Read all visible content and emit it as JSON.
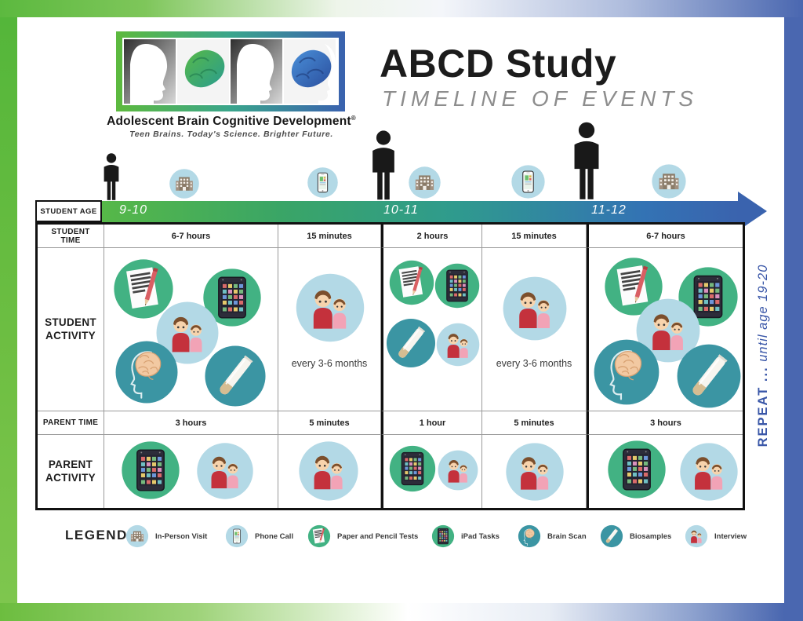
{
  "logo": {
    "title": "Adolescent Brain Cognitive Development",
    "reg": "®",
    "tagline": "Teen Brains. Today's Science. Brighter Future."
  },
  "header": {
    "title": "ABCD Study",
    "subtitle": "TIMELINE OF EVENTS"
  },
  "timeline": {
    "ages": [
      "9-10",
      "10-11",
      "11-12"
    ],
    "markers": [
      {
        "type": "student-figure",
        "age": "9-10"
      },
      {
        "type": "in-person-visit"
      },
      {
        "type": "phone-call"
      },
      {
        "type": "student-figure",
        "age": "10-11"
      },
      {
        "type": "in-person-visit"
      },
      {
        "type": "phone-call"
      },
      {
        "type": "student-figure",
        "age": "11-12"
      },
      {
        "type": "in-person-visit"
      }
    ]
  },
  "table": {
    "row_labels": {
      "student_age": "STUDENT AGE",
      "student_time": "STUDENT TIME",
      "student_activity": "STUDENT ACTIVITY",
      "parent_time": "PARENT TIME",
      "parent_activity": "PARENT ACTIVITY"
    },
    "student_time": [
      "6-7 hours",
      "15 minutes",
      "2 hours",
      "15 minutes",
      "6-7 hours"
    ],
    "parent_time": [
      "3 hours",
      "5 minutes",
      "1 hour",
      "5 minutes",
      "3 hours"
    ],
    "every_note": "every 3-6 months",
    "student_activity_icons": [
      [
        "paper-pencil-tests",
        "ipad-tasks",
        "interview",
        "brain-scan",
        "biosamples"
      ],
      [
        "interview"
      ],
      [
        "paper-pencil-tests",
        "ipad-tasks",
        "biosamples",
        "interview"
      ],
      [
        "interview"
      ],
      [
        "paper-pencil-tests",
        "ipad-tasks",
        "interview",
        "brain-scan",
        "biosamples"
      ]
    ],
    "parent_activity_icons": [
      [
        "ipad-tasks",
        "interview"
      ],
      [
        "interview"
      ],
      [
        "ipad-tasks",
        "interview"
      ],
      [
        "interview"
      ],
      [
        "ipad-tasks",
        "interview"
      ]
    ]
  },
  "repeat": {
    "word": "REPEAT",
    "ellipsis": "...",
    "note": "until age 19-20"
  },
  "legend": {
    "title": "LEGEND",
    "items": [
      {
        "icon": "in-person-visit-icon",
        "label": "In-Person Visit"
      },
      {
        "icon": "phone-call-icon",
        "label": "Phone Call"
      },
      {
        "icon": "paper-pencil-tests-icon",
        "label": "Paper and Pencil Tests"
      },
      {
        "icon": "ipad-tasks-icon",
        "label": "iPad Tasks"
      },
      {
        "icon": "brain-scan-icon",
        "label": "Brain Scan"
      },
      {
        "icon": "biosamples-icon",
        "label": "Biosamples"
      },
      {
        "icon": "interview-icon",
        "label": "Interview"
      }
    ]
  },
  "colors": {
    "green_circle": "#42b283",
    "teal_circle": "#3b95a3",
    "light_blue_circle": "#b3d9e6",
    "arrow_green": "#56b848",
    "arrow_blue": "#3a63ae",
    "repeat_blue": "#3a57a8",
    "frame_green": "#5cb93f",
    "frame_blue": "#4a67b0"
  }
}
